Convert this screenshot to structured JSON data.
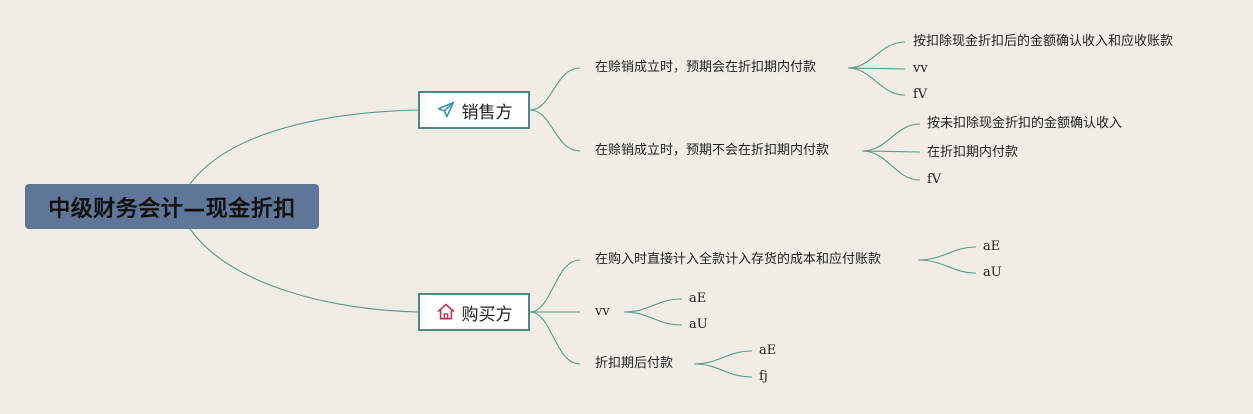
{
  "root": {
    "label": "中级财务会计—现金折扣"
  },
  "branches": [
    {
      "label": "销售方",
      "icon": "paper-plane-icon",
      "children": [
        {
          "label": "在赊销成立时，预期会在折扣期内付款",
          "children": [
            "按扣除现金折扣后的金额确认收入和应收账款",
            "vv",
            "fV"
          ]
        },
        {
          "label": "在赊销成立时，预期不会在折扣期内付款",
          "children": [
            "按未扣除现金折扣的金额确认收入",
            "在折扣期内付款",
            "fV"
          ]
        }
      ]
    },
    {
      "label": "购买方",
      "icon": "home-icon",
      "children": [
        {
          "label": "在购入时直接计入全款计入存货的成本和应付账款",
          "children": [
            "aE",
            "aU"
          ]
        },
        {
          "label": "vv",
          "children": [
            "aE",
            "aU"
          ]
        },
        {
          "label": "折扣期后付款",
          "children": [
            "aE",
            "fj"
          ]
        }
      ]
    }
  ],
  "colors": {
    "background": "#f1ece5",
    "root_fill": "#5e7799",
    "branch_border": "#4d8a7c",
    "connector": "#5a9a8a",
    "plane_icon": "#3a90b8",
    "home_icon": "#c0344a"
  }
}
